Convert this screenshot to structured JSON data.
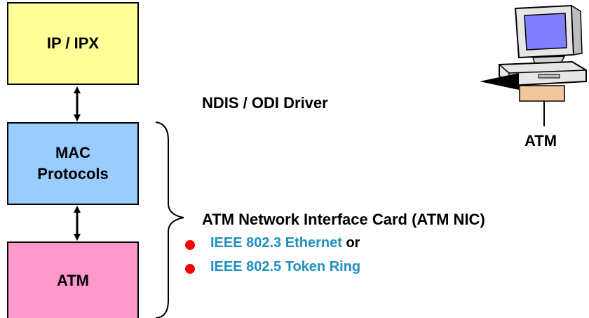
{
  "boxes": {
    "ip": "IP / IPX",
    "mac_line1": "MAC",
    "mac_line2": "Protocols",
    "atm": "ATM"
  },
  "labels": {
    "driver": "NDIS / ODI Driver",
    "nic": "ATM Network Interface Card (ATM NIC)",
    "pc": "ATM"
  },
  "options": {
    "ethernet": "IEEE 802.3 Ethernet",
    "conjunction": "or",
    "token_ring": "IEEE 802.5 Token Ring"
  },
  "colors": {
    "ip_box": "#ffff99",
    "mac_box": "#99ccff",
    "atm_box": "#ff99cc",
    "option_text": "#1f8fc0",
    "bullet": "#ff0000"
  }
}
